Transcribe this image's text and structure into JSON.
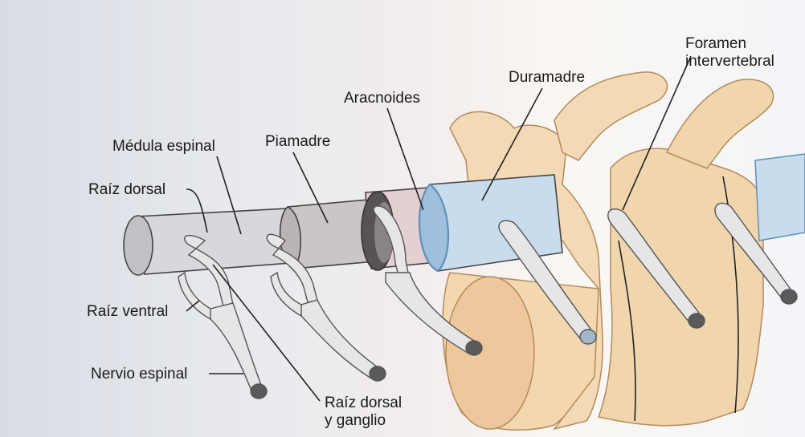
{
  "labels": {
    "medula_espinal": "Médula espinal",
    "piamadre": "Piamadre",
    "aracnoides": "Aracnoides",
    "duramadre": "Duramadre",
    "foramen_line1": "Foramen",
    "foramen_line2": "intervertebral",
    "raiz_dorsal": "Raíz dorsal",
    "raiz_ventral": "Raíz ventral",
    "nervio_espinal": "Nervio espinal",
    "raiz_dorsal_ganglio_line1": "Raíz dorsal",
    "raiz_dorsal_ganglio_line2": "y ganglio"
  },
  "colors": {
    "cord": "#d7d8dc",
    "pia": "#c9c5c8",
    "arachnoid": "#e4cfd3",
    "dura": "#c8dcec",
    "dura_edge": "#5f8fb8",
    "bone": "#f2d7b0",
    "bone_edge": "#b48a5a",
    "nerve": "#e6e6e8",
    "nerve_tip": "#5a5a5a"
  }
}
